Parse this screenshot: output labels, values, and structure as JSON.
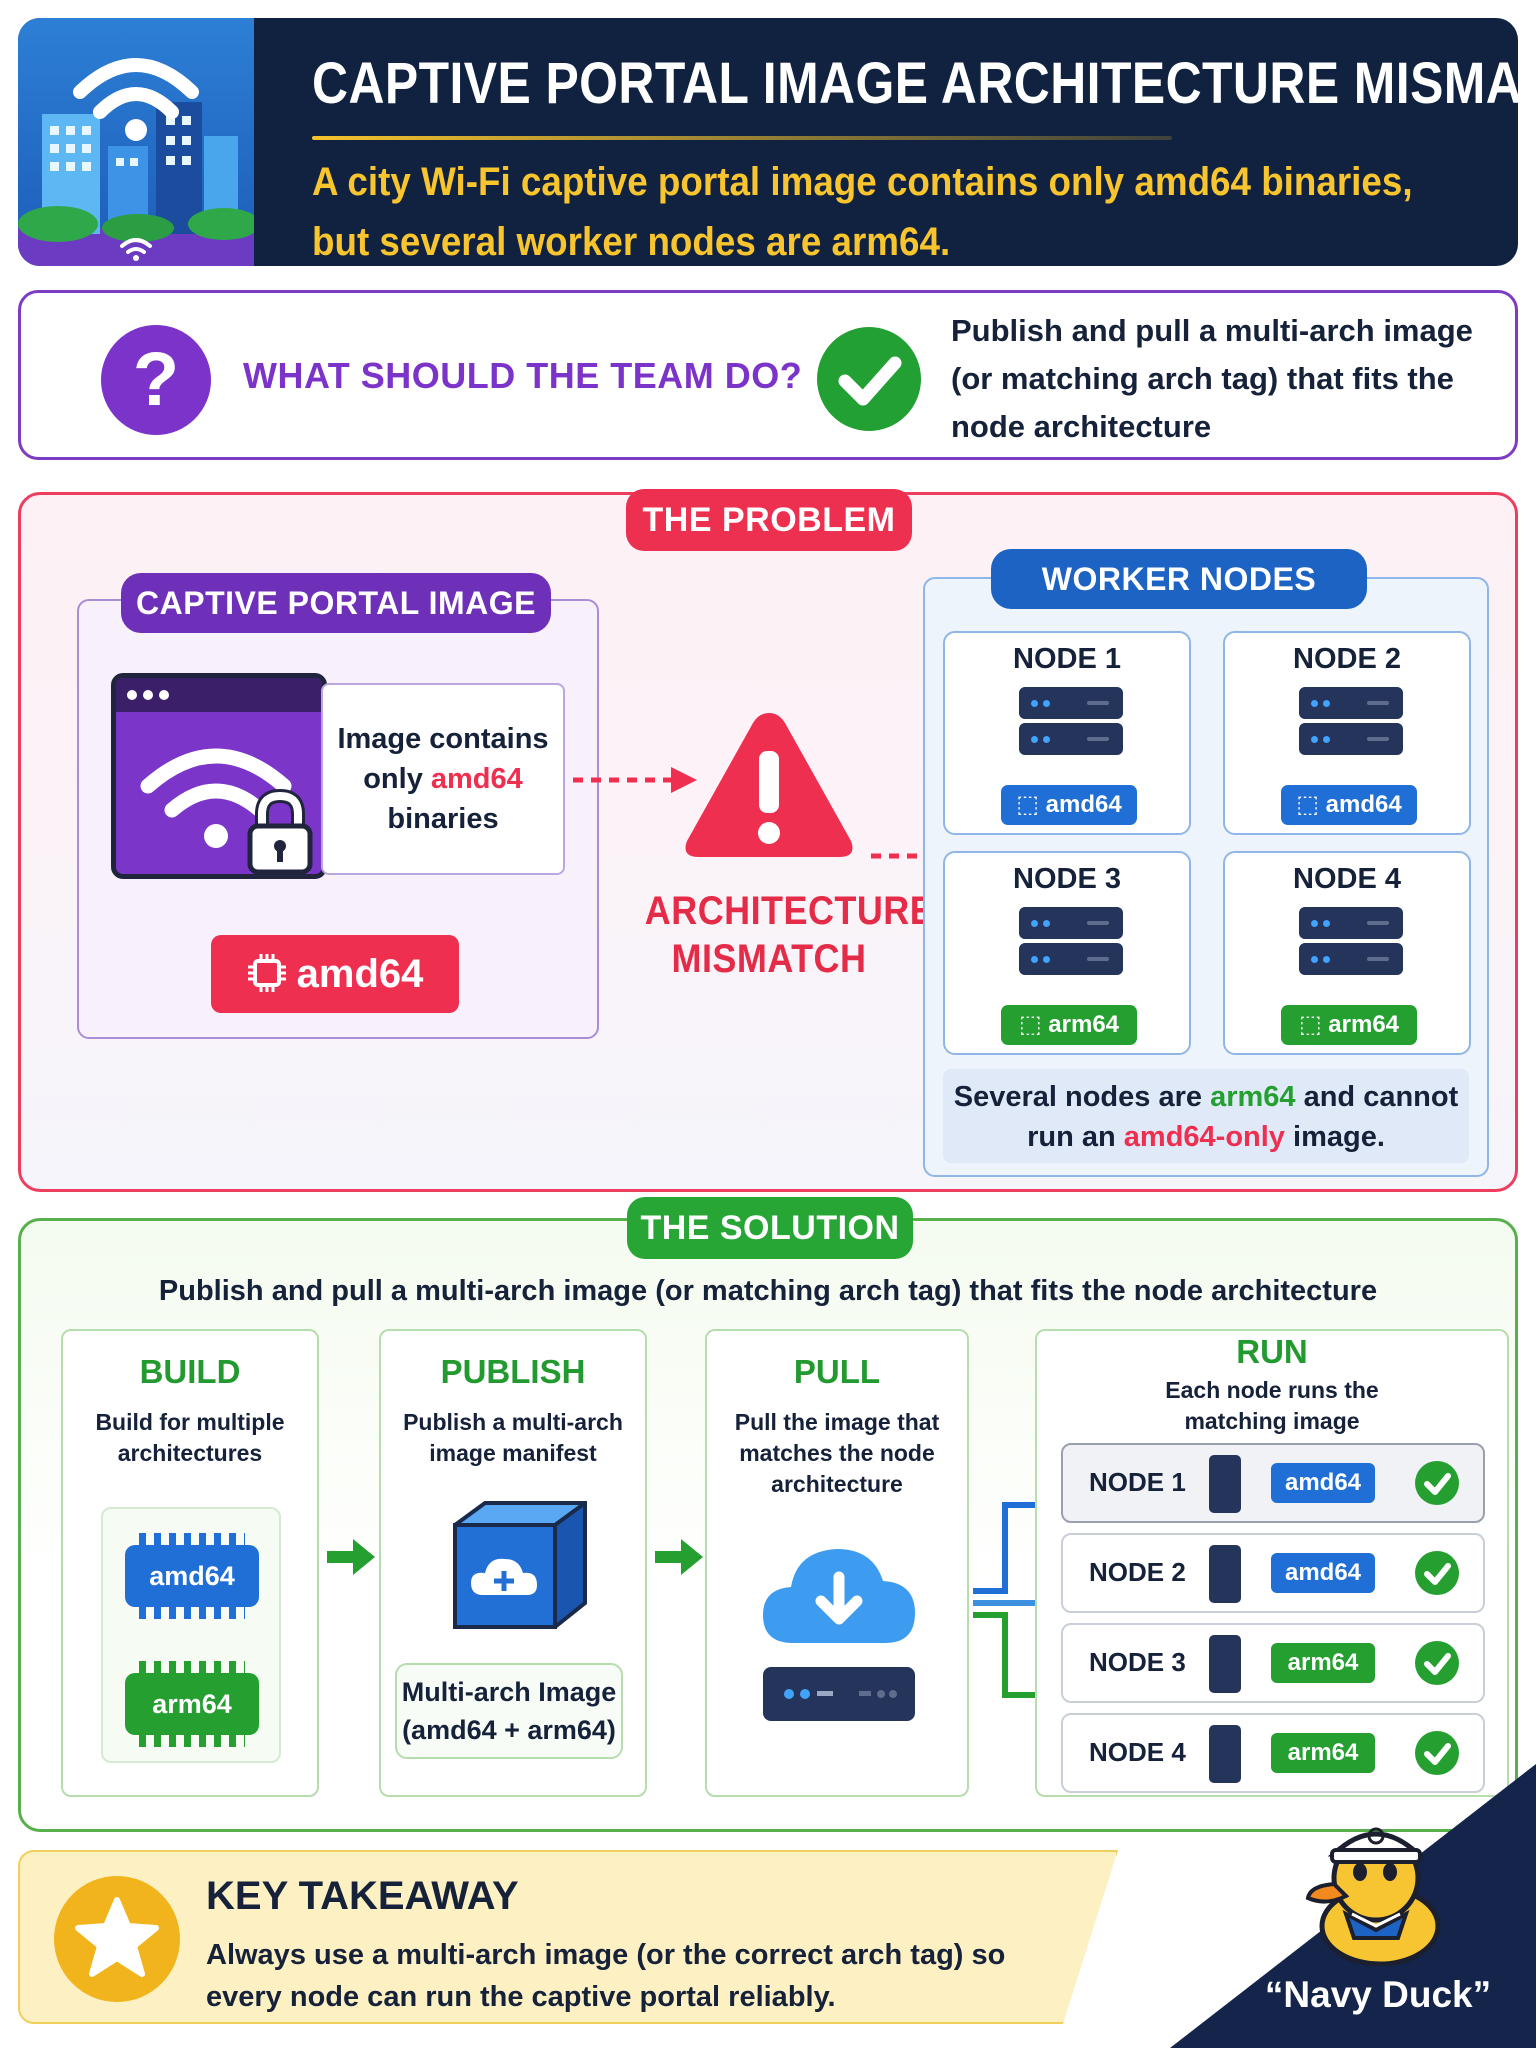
{
  "header": {
    "title": "CAPTIVE PORTAL IMAGE ARCHITECTURE MISMATCH",
    "subtitle_line1": "A city Wi-Fi captive portal image contains only amd64 binaries,",
    "subtitle_line2": "but several worker nodes are arm64."
  },
  "question": {
    "icon": "?",
    "text": "WHAT SHOULD THE TEAM DO?",
    "answer": "Publish and pull a multi-arch image (or matching arch tag) that fits the node architecture"
  },
  "problem": {
    "label": "THE PROBLEM",
    "image_panel_title": "CAPTIVE PORTAL IMAGE",
    "callout_pre": "Image contains only ",
    "callout_arch": "amd64",
    "callout_post": " binaries",
    "image_arch": "amd64",
    "mismatch_line1": "ARCHITECTURE",
    "mismatch_line2": "MISMATCH",
    "nodes_title": "WORKER NODES",
    "nodes": [
      {
        "name": "NODE 1",
        "arch": "amd64"
      },
      {
        "name": "NODE 2",
        "arch": "amd64"
      },
      {
        "name": "NODE 3",
        "arch": "arm64"
      },
      {
        "name": "NODE 4",
        "arch": "arm64"
      }
    ],
    "note_pre": "Several nodes are ",
    "note_arm": "arm64",
    "note_mid": " and cannot run an ",
    "note_amd": "amd64-only",
    "note_post": " image."
  },
  "solution": {
    "label": "THE SOLUTION",
    "subtitle": "Publish and pull a multi-arch image (or matching arch tag) that fits the node architecture",
    "build": {
      "title": "BUILD",
      "desc": "Build for multiple architectures",
      "chip1": "amd64",
      "chip2": "arm64"
    },
    "publish": {
      "title": "PUBLISH",
      "desc": "Publish a multi-arch image manifest",
      "label": "Multi-arch Image (amd64 + arm64)"
    },
    "pull": {
      "title": "PULL",
      "desc": "Pull the image that matches the node architecture"
    },
    "run": {
      "title": "RUN",
      "desc": "Each node runs the matching image",
      "rows": [
        {
          "name": "NODE 1",
          "arch": "amd64"
        },
        {
          "name": "NODE 2",
          "arch": "amd64"
        },
        {
          "name": "NODE 3",
          "arch": "arm64"
        },
        {
          "name": "NODE 4",
          "arch": "arm64"
        }
      ]
    }
  },
  "takeaway": {
    "title": "KEY TAKEAWAY",
    "text": "Always use a multi-arch image (or the correct arch tag) so every node can run the captive portal reliably."
  },
  "mascot": {
    "label": "“Navy Duck”"
  },
  "colors": {
    "navy": "#102240",
    "gold": "#f8c52e",
    "purple": "#7b33c9",
    "red": "#ee2f4f",
    "blue": "#1f6fd6",
    "green": "#25a030"
  },
  "icons": {
    "question": "question-mark-icon",
    "check": "check-circle-icon",
    "warning": "warning-triangle-icon",
    "wifi": "wifi-icon",
    "lock": "lock-icon",
    "chip": "cpu-chip-icon",
    "cloud": "cloud-download-icon",
    "star": "star-icon",
    "server": "server-icon"
  }
}
